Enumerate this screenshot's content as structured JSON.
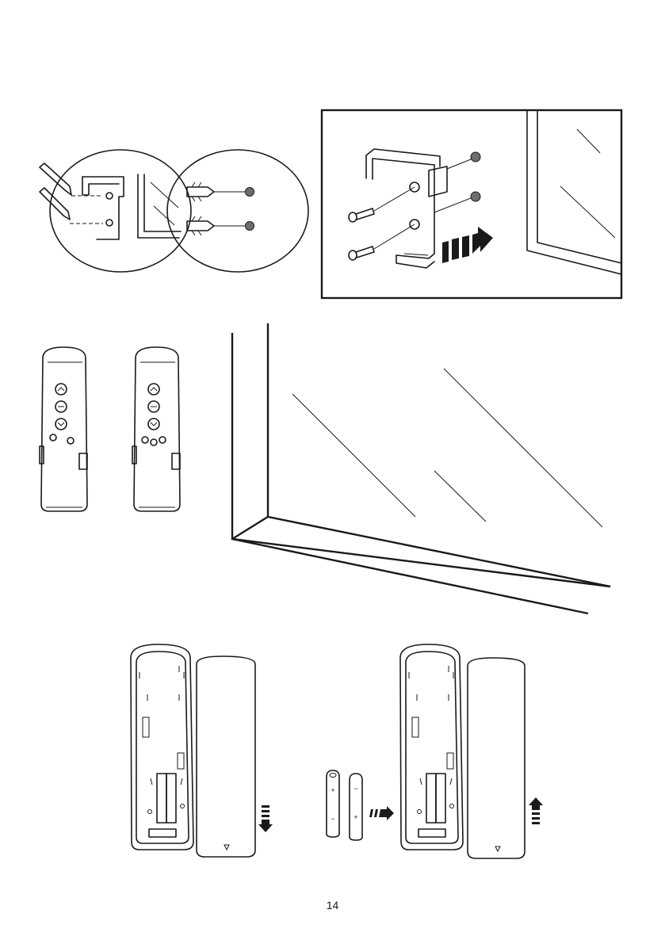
{
  "page": {
    "number": "14"
  },
  "illustration": {
    "steps": [
      "mark-drill-holes-and-insert-wall-plugs",
      "screw-wall-holder-to-wall",
      "remote-models-and-window-placement",
      "open-back-cover-and-insert-batteries"
    ],
    "battery_polarity": {
      "plus": "+",
      "minus": "−"
    },
    "remote_buttons": {
      "up": "︿",
      "stop": "⏤",
      "down": "﹀"
    },
    "colors": {
      "line": "#1a1a1a",
      "drill_hole": "#6e6e6e",
      "background": "#ffffff"
    }
  }
}
